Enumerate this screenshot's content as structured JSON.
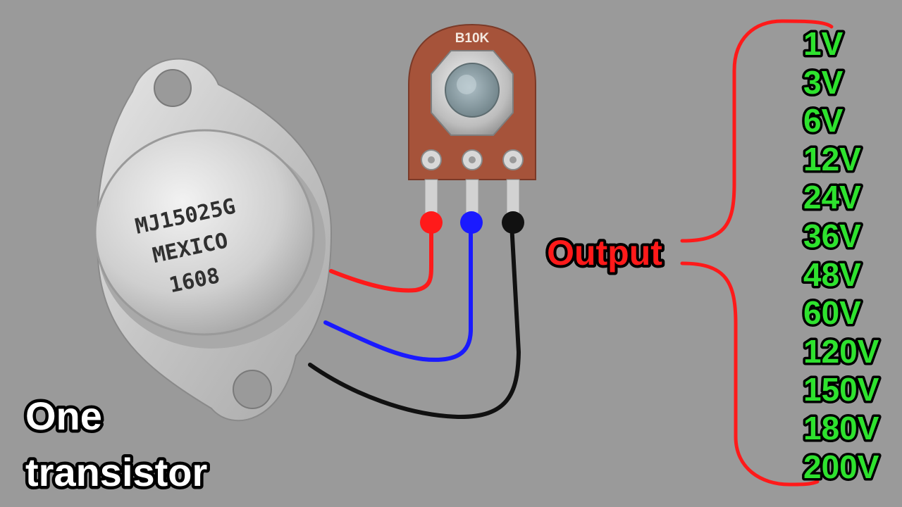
{
  "transistor": {
    "marking_line1": "MJ15025G",
    "marking_line2": "MEXICO",
    "marking_line3": "1608"
  },
  "potentiometer": {
    "code": "B10K"
  },
  "output": {
    "label": "Output",
    "voltages": [
      "1V",
      "3V",
      "6V",
      "12V",
      "24V",
      "36V",
      "48V",
      "60V",
      "120V",
      "150V",
      "180V",
      "200V"
    ]
  },
  "caption": {
    "line1": "One",
    "line2": "transistor"
  },
  "colors": {
    "background": "#9a9a9a",
    "wire_red": "#ff1a1a",
    "wire_blue": "#1a1aff",
    "wire_black": "#111111",
    "voltage_green": "#2ee22e",
    "output_red": "#ff1a1a",
    "caption_white": "#ffffff"
  }
}
